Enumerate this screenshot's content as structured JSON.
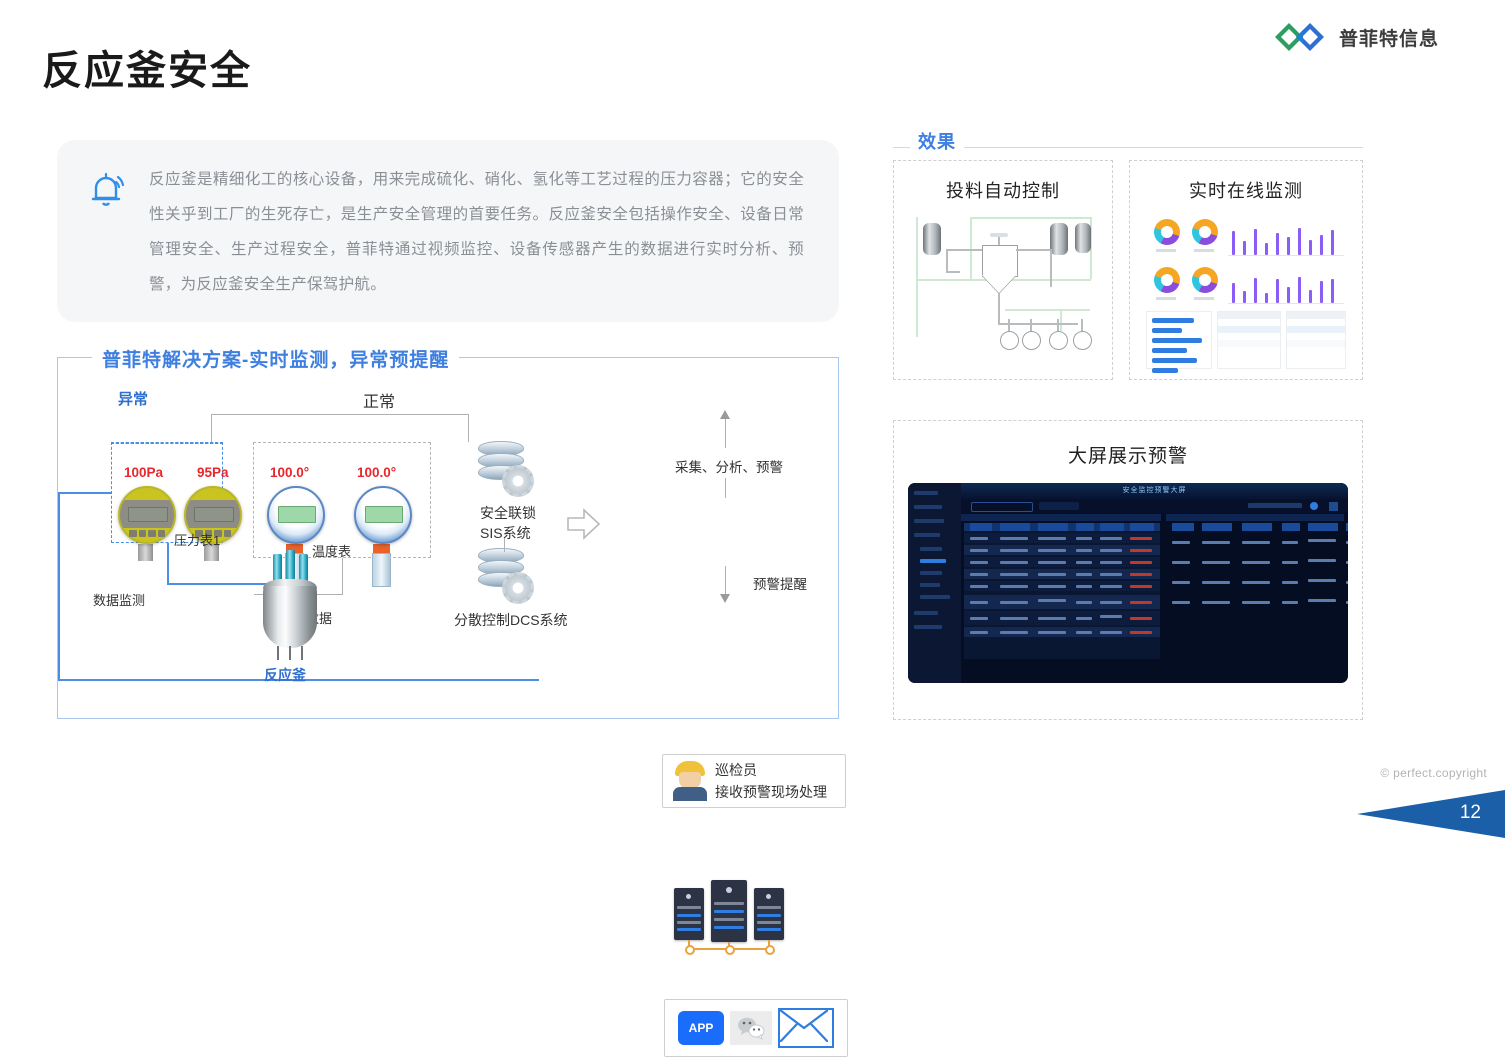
{
  "brand": {
    "logo_text": "普菲特信息",
    "logo_icon": "double-diamond-logo-icon",
    "green": "#2e9d62",
    "blue": "#2f6fd0"
  },
  "page_title": "反应釜安全",
  "callout": {
    "icon": "bell-alert-icon",
    "text": "反应釜是精细化工的核心设备，用来完成硫化、硝化、氢化等工艺过程的压力容器；它的安全性关乎到工厂的生死存亡，是生产安全管理的首要任务。反应釜安全包括操作安全、设备日常管理安全、生产过程安全，普菲特通过视频监控、设备传感器产生的数据进行实时分析、预警，为反应釜安全生产保驾护航。"
  },
  "solution": {
    "legend": "普菲特解决方案-实时监测，异常预提醒",
    "labels": {
      "abnormal": "异常",
      "normal": "正常",
      "pressure_1": "100Pa",
      "pressure_2": "95Pa",
      "pressure_gauge": "压力表1",
      "temp_1": "100.0°",
      "temp_2": "100.0°",
      "temp_gauge": "温度表",
      "data_monitor": "数据监测",
      "monitor_data": "监测数据",
      "reactor": "反应釜",
      "sis": "安全联锁",
      "sis2": "SIS系统",
      "dcs": "分散控制DCS系统",
      "pipeline": "采集、分析、预警",
      "inspector": "巡检员",
      "inspector_sub": "接收预警现场处理",
      "alert_remind": "预警提醒",
      "app": "APP",
      "wechat_icon": "wechat-icon",
      "mail_icon": "envelope-icon",
      "arrow_icon": "right-arrow-icon"
    }
  },
  "effect": {
    "legend": "效果",
    "cards": [
      {
        "title": "投料自动控制",
        "graphic": "pid-process-diagram"
      },
      {
        "title": "实时在线监测",
        "graphic": "mini-dashboard"
      },
      {
        "title": "大屏展示预警",
        "graphic": "big-screen-dashboard"
      }
    ]
  },
  "footer": {
    "copyright": "© perfect.copyright",
    "page_number": "12"
  }
}
